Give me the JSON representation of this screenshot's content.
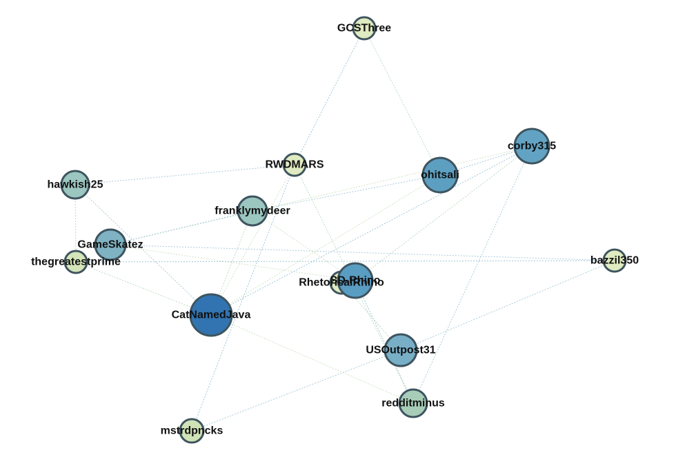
{
  "graph": {
    "nodes": [
      {
        "id": "GCSThree",
        "label": "GCSThree",
        "color": "#dfebc0"
      },
      {
        "id": "RWDMARS",
        "label": "RWDMARS",
        "color": "#dfebc0"
      },
      {
        "id": "ohitsali",
        "label": "ohitsali",
        "color": "#5d9fc1"
      },
      {
        "id": "corby315",
        "label": "corby315",
        "color": "#62a3c4"
      },
      {
        "id": "hawkish25",
        "label": "hawkish25",
        "color": "#9cc6c0"
      },
      {
        "id": "franklymydeer",
        "label": "franklymydeer",
        "color": "#9cc6c0"
      },
      {
        "id": "GameSkatez",
        "label": "GameSkatez",
        "color": "#7fb3c3"
      },
      {
        "id": "thegreatestprime",
        "label": "thegreatestprime",
        "color": "#d3e5b9"
      },
      {
        "id": "bazzil350",
        "label": "bazzil350",
        "color": "#dfebc0"
      },
      {
        "id": "RhetoricalRhino",
        "label": "RhetoricalRhino",
        "color": "#dfebc0"
      },
      {
        "id": "SD-Rhino",
        "label": "SD-Rhino",
        "color": "#5a9dc3"
      },
      {
        "id": "CatNamedJava",
        "label": "CatNamedJava",
        "color": "#3174b1"
      },
      {
        "id": "USOutpost31",
        "label": "USOutpost31",
        "color": "#78afc7"
      },
      {
        "id": "redditminus",
        "label": "redditminus",
        "color": "#a7cdb9"
      },
      {
        "id": "mstrdpncks",
        "label": "mstrdpncks",
        "color": "#cfe3b7"
      }
    ],
    "edges": [
      {
        "source": "GCSThree",
        "target": "RWDMARS"
      },
      {
        "source": "GCSThree",
        "target": "ohitsali"
      },
      {
        "source": "RWDMARS",
        "target": "hawkish25"
      },
      {
        "source": "RWDMARS",
        "target": "CatNamedJava"
      },
      {
        "source": "RWDMARS",
        "target": "mstrdpncks"
      },
      {
        "source": "RWDMARS",
        "target": "redditminus"
      },
      {
        "source": "ohitsali",
        "target": "franklymydeer"
      },
      {
        "source": "ohitsali",
        "target": "CatNamedJava"
      },
      {
        "source": "ohitsali",
        "target": "corby315"
      },
      {
        "source": "corby315",
        "target": "SD-Rhino"
      },
      {
        "source": "corby315",
        "target": "redditminus"
      },
      {
        "source": "corby315",
        "target": "GameSkatez"
      },
      {
        "source": "corby315",
        "target": "CatNamedJava"
      },
      {
        "source": "hawkish25",
        "target": "thegreatestprime"
      },
      {
        "source": "hawkish25",
        "target": "CatNamedJava"
      },
      {
        "source": "franklymydeer",
        "target": "SD-Rhino"
      },
      {
        "source": "franklymydeer",
        "target": "GameSkatez"
      },
      {
        "source": "franklymydeer",
        "target": "CatNamedJava"
      },
      {
        "source": "GameSkatez",
        "target": "bazzil350"
      },
      {
        "source": "GameSkatez",
        "target": "SD-Rhino"
      },
      {
        "source": "thegreatestprime",
        "target": "bazzil350"
      },
      {
        "source": "thegreatestprime",
        "target": "CatNamedJava"
      },
      {
        "source": "bazzil350",
        "target": "USOutpost31"
      },
      {
        "source": "CatNamedJava",
        "target": "redditminus"
      },
      {
        "source": "SD-Rhino",
        "target": "redditminus"
      },
      {
        "source": "RhetoricalRhino",
        "target": "USOutpost31"
      },
      {
        "source": "USOutpost31",
        "target": "mstrdpncks"
      }
    ]
  }
}
